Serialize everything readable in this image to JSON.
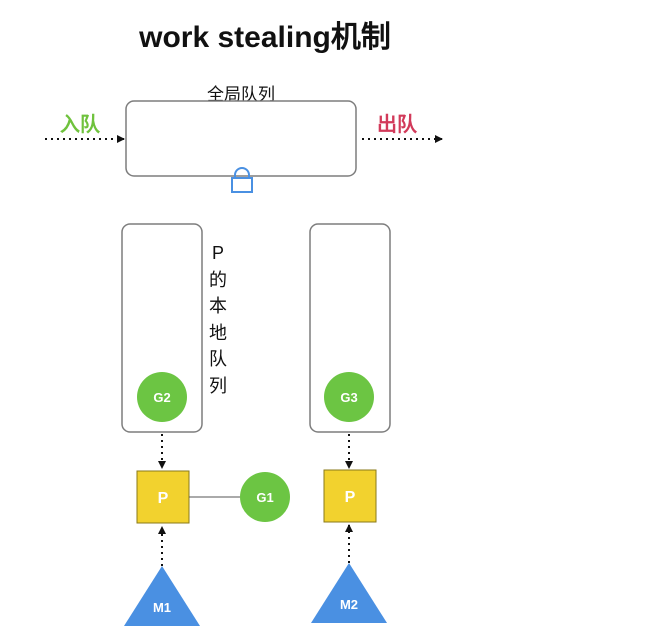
{
  "title": "work stealing机制",
  "global_queue": {
    "label": "全局队列"
  },
  "flow": {
    "enqueue": "入队",
    "dequeue": "出队"
  },
  "local_queue_label": [
    "P",
    "的",
    "本",
    "地",
    "队",
    "列"
  ],
  "nodes": {
    "g1": "G1",
    "g2": "G2",
    "g3": "G3",
    "p_left": "P",
    "p_right": "P",
    "m1": "M1",
    "m2": "M2"
  },
  "colors": {
    "goroutine": "#6cc543",
    "processor": "#f2d22e",
    "machine": "#4a90e2",
    "lock": "#4a90e2",
    "enqueue": "#6fc23d",
    "dequeue": "#d23a5a"
  }
}
